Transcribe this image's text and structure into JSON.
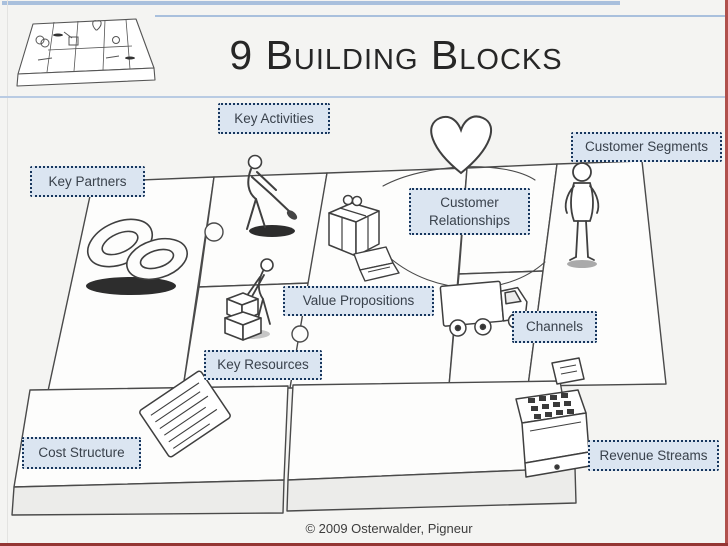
{
  "slide": {
    "title": "9 Building Blocks",
    "footer_credit": "© 2009 Osterwalder, Pigneur"
  },
  "building_blocks": {
    "key_partners": "Key Partners",
    "key_activities": "Key Activities",
    "key_resources": "Key Resources",
    "value_propositions": "Value Propositions",
    "customer_relationships": "Customer Relationships",
    "channels": "Channels",
    "customer_segments": "Customer Segments",
    "cost_structure": "Cost Structure",
    "revenue_streams": "Revenue Streams"
  },
  "illustration": {
    "doodles": [
      "mini-canvas-thumbnail",
      "interlocking-rings",
      "digging-person",
      "heart",
      "gift-box",
      "laptop",
      "standing-person",
      "delivery-truck",
      "cash-register",
      "cost-document",
      "person-with-boxes"
    ]
  },
  "colors": {
    "slide_background": "#f4f4f2",
    "accent_bar_blue": "#a9c0dd",
    "title_rule_blue": "#b9cbe3",
    "label_background": "#dbe5f1",
    "label_border_navy": "#17365d",
    "label_text": "#39414b",
    "title_text": "#262626",
    "sketch_stroke": "#3f3f3f",
    "edge_right_red": "#b0504c",
    "edge_bottom_red": "#943634"
  }
}
